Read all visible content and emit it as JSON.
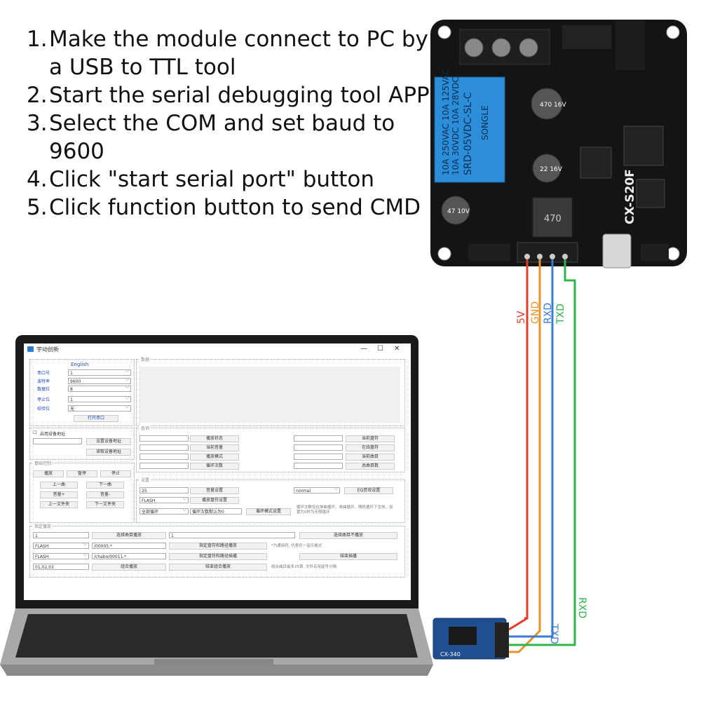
{
  "instructions": [
    {
      "num": "1.",
      "text": "Make the module connect to PC by a USB to TTL tool"
    },
    {
      "num": "2.",
      "text": "Start the serial debugging tool APP"
    },
    {
      "num": "3.",
      "text": "Select the COM and set baud to 9600"
    },
    {
      "num": "4.",
      "text": "Click \"start serial port\" button"
    },
    {
      "num": "5.",
      "text": "Click function button to send CMD"
    }
  ],
  "board": {
    "model": "CX-S20F",
    "relay_text": [
      "10A 250VAC 10A 125VAC",
      "10A 30VDC 10A 28VDC",
      "SRD-05VDC-SL-C"
    ],
    "relay_brand": "SONGLE",
    "inductor": "470",
    "cap_top": "470 16V",
    "cap_mid": "22 16V",
    "cap_left": "47 10V"
  },
  "pins": [
    "5V",
    "GND",
    "RXD",
    "TXD"
  ],
  "adapter": {
    "model": "CX-340",
    "pins": [
      "TXD",
      "RXD"
    ]
  },
  "colors": {
    "5v": "#e33a2a",
    "gnd": "#e8922a",
    "rxd": "#3a7bd5",
    "txd": "#2fb34a"
  },
  "app": {
    "title": "宇动创新",
    "serial": {
      "english": "English",
      "port_label": "串口号",
      "port_value": "1",
      "baud_label": "波特率",
      "baud_value": "9600",
      "data_label": "数据位",
      "data_value": "8",
      "stop_label": "停止位",
      "stop_value": "1",
      "parity_label": "校验位",
      "parity_value": "无",
      "open_button": "打开串口"
    },
    "data_label": "数据",
    "device": {
      "enable_label": "启用设备地址",
      "set_button": "设置设备地址",
      "read_button": "读取设备地址"
    },
    "query": {
      "label": "查询",
      "left": [
        "播放状态",
        "当前音量",
        "播放模式",
        "循环次数"
      ],
      "right": [
        "当前盘符",
        "在线盘符",
        "当前曲目",
        "总曲目数"
      ]
    },
    "basic": {
      "label": "基础控制",
      "buttons": [
        "播放",
        "暂停",
        "停止",
        "上一曲",
        "下一曲",
        "音量+",
        "音量-",
        "上一文件夹",
        "下一文件夹"
      ]
    },
    "settings": {
      "label": "设置",
      "volume_value": "25",
      "volume_button": "音量设置",
      "eq_value": "normal",
      "eq_button": "EQ音效设置",
      "drive_value": "FLASH",
      "drive_button": "播放盘符设置",
      "loop_value": "全部循环",
      "loop_count_placeholder": "循环次数默认为0",
      "loop_button": "循环模式设置",
      "note": "循环次数仅在单曲循环、单曲循环、随机循环下生效，设置为0时为无限循环"
    },
    "specify": {
      "label": "指定播放",
      "track1_value": "1",
      "track1_button": "选择曲目播放",
      "track2_value": "1",
      "track2_button": "选择曲目不播放",
      "path_drive": "FLASH",
      "path_value": "/00005.*",
      "path_button": "指定盘符和路径播放",
      "path_note": "*为通用符, 代表任一音乐格式",
      "insert_drive": "FLASH",
      "insert_value": "/chabo/00011.*",
      "insert_button": "指定盘符和路径插播",
      "end_insert_button": "结束插播",
      "combo_value": "01,02,03",
      "combo_button": "组合播放",
      "end_combo_button": "结束组合播放",
      "combo_note": "组合曲目最多25首, 文件名用逗号分隔"
    }
  }
}
